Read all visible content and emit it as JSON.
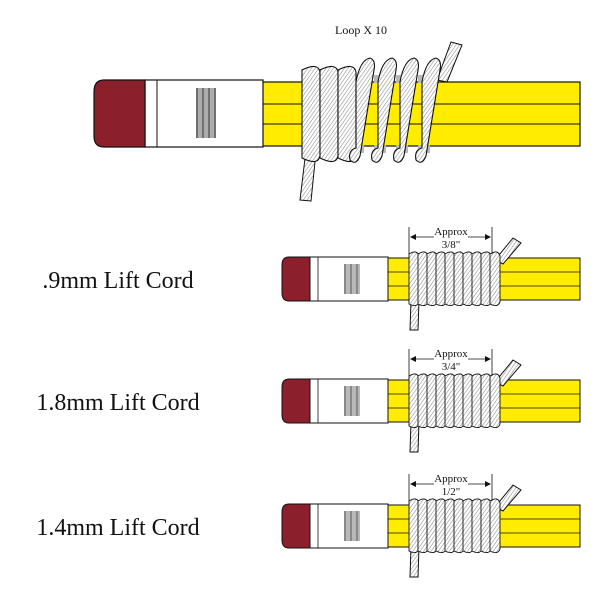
{
  "title": "Loop X 10",
  "colors": {
    "pencil_yellow": "#ffec00",
    "eraser": "#8b1f2b",
    "outline": "#111111",
    "cord_fill": "#ffffff",
    "cord_hatch": "#7a7a7a",
    "ferrule": "#ffffff"
  },
  "rows": [
    {
      "label": ".9mm Lift Cord",
      "approx_label": "Approx",
      "measure": "3/8\""
    },
    {
      "label": "1.8mm Lift Cord",
      "approx_label": "Approx",
      "measure": "3/4\""
    },
    {
      "label": "1.4mm Lift Cord",
      "approx_label": "Approx",
      "measure": "1/2\""
    }
  ]
}
